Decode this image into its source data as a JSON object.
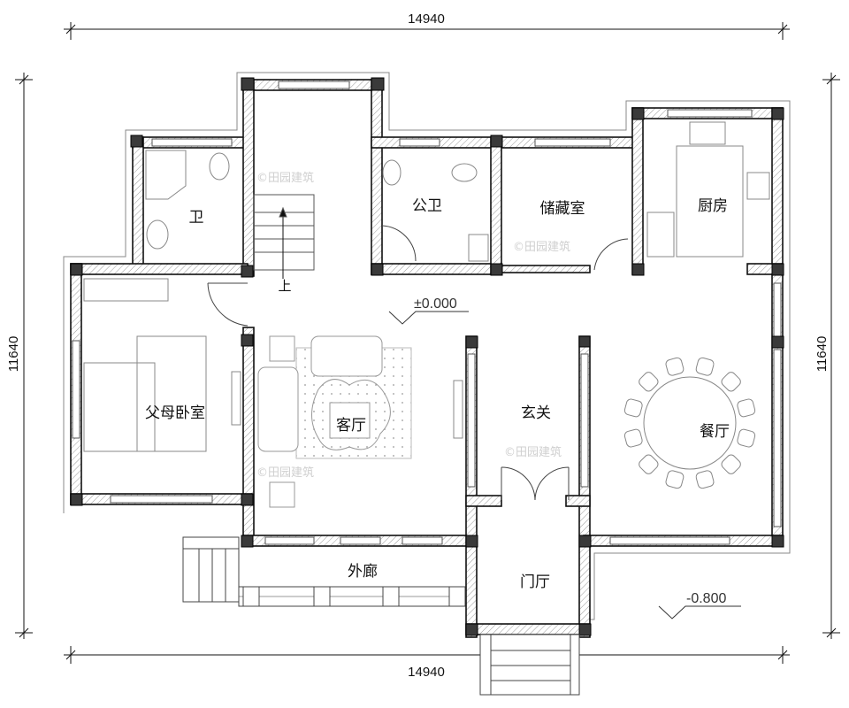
{
  "plan": {
    "dimensions": {
      "top": "14940",
      "bottom": "14940",
      "left": "11640",
      "right": "11640"
    },
    "levels": {
      "indoor": "±0.000",
      "outdoor": "-0.800"
    },
    "stair_label": "上",
    "rooms": {
      "bathroom": "卫",
      "public_bathroom": "公卫",
      "storage": "储藏室",
      "kitchen": "厨房",
      "parents_bedroom": "父母卧室",
      "living_room": "客厅",
      "foyer": "玄关",
      "dining_room": "餐厅",
      "veranda": "外廊",
      "entrance_hall": "门厅"
    },
    "watermark": "©田园建筑"
  }
}
